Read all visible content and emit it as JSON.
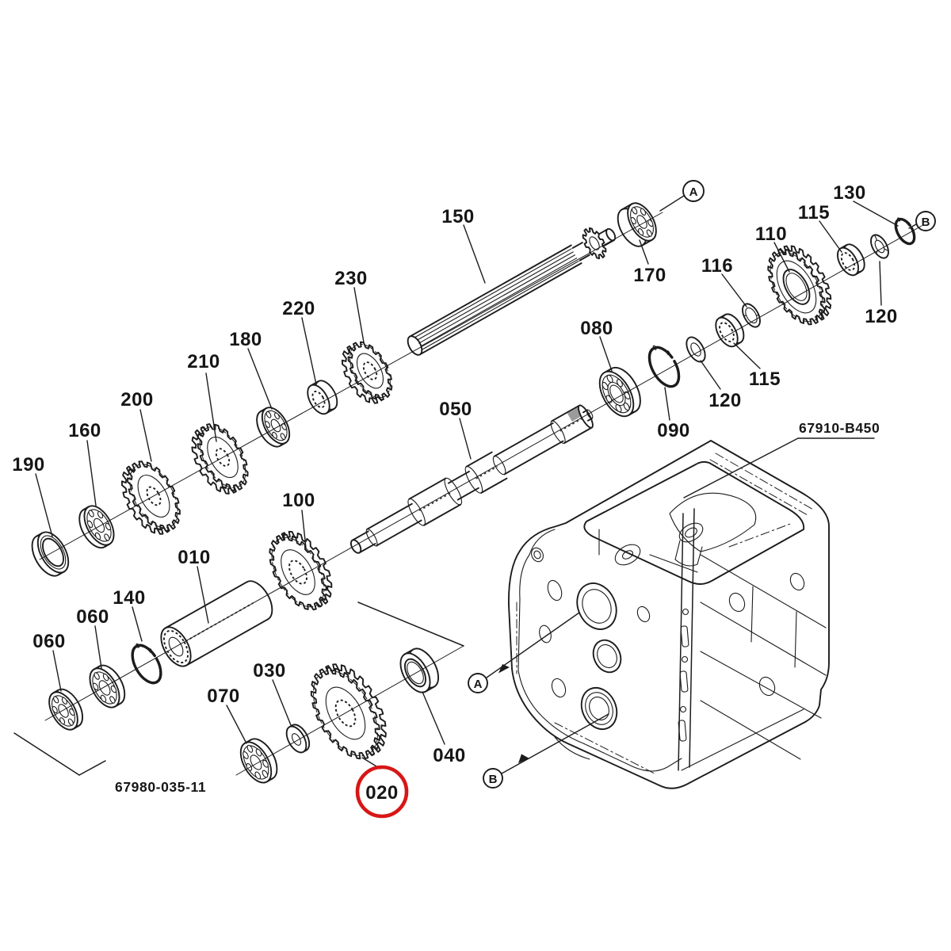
{
  "drawing": {
    "background": "#ffffff",
    "ink": "#1c1c1c",
    "type": "exploded-parts-diagram",
    "subject": "transmission gear shaft assembly",
    "highlight": {
      "part": "020",
      "color": "#d81616"
    },
    "refs": {
      "shaft_assembly": "67980-035-11",
      "case": "67910-B450"
    },
    "view_markers": {
      "a": "A",
      "b": "B"
    },
    "callouts": {
      "c150": "150",
      "c170": "170",
      "c130": "130",
      "c115a": "115",
      "c110": "110",
      "c116": "116",
      "c120a": "120",
      "c115b": "115",
      "c120b": "120",
      "c090": "090",
      "c080": "080",
      "c230": "230",
      "c220": "220",
      "c180": "180",
      "c210": "210",
      "c200": "200",
      "c160": "160",
      "c190": "190",
      "c050": "050",
      "c100": "100",
      "c010": "010",
      "c140": "140",
      "c060a": "060",
      "c060b": "060",
      "c030": "030",
      "c070": "070",
      "c040": "040",
      "c020": "020"
    }
  }
}
